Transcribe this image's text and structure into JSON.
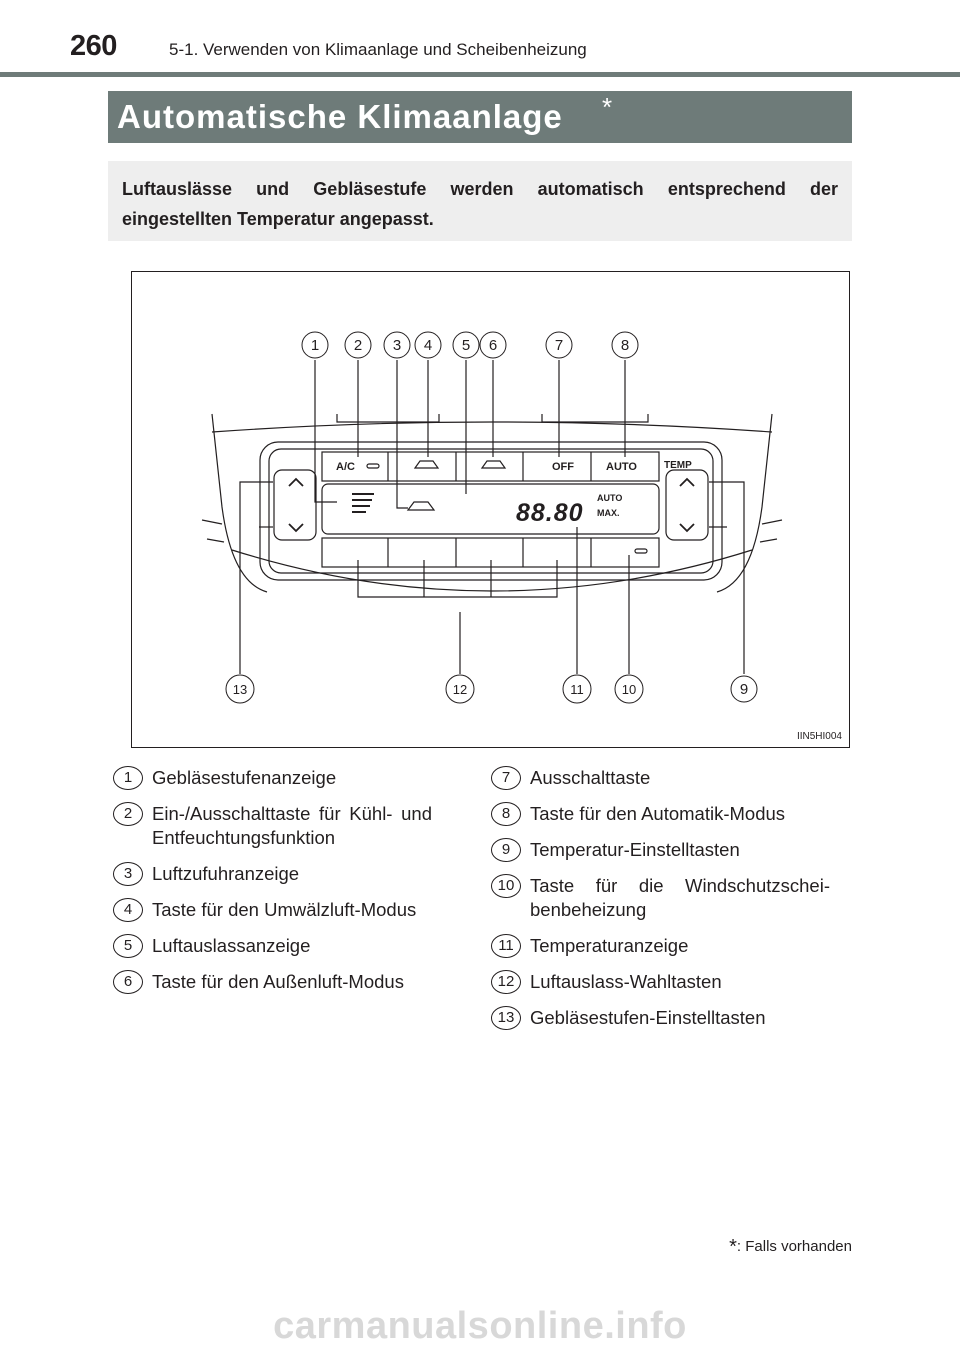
{
  "header": {
    "page_number": "260",
    "chapter": "5-1. Verwenden von Klimaanlage und Scheibenheizung"
  },
  "title": {
    "text": "Automatische Klimaanlage",
    "asterisk": "*"
  },
  "intro": "Luftauslässe und Gebläsestufe werden automatisch entsprechend der eingestellten Temperatur angepasst.",
  "figure": {
    "id": "IIN5HI004",
    "panel": {
      "ac_label": "A/C",
      "off_label": "OFF",
      "auto_label": "AUTO",
      "temp_label": "TEMP",
      "display_digits": "88.80",
      "display_auto": "AUTO",
      "display_max": "MAX."
    },
    "callouts": [
      "1",
      "2",
      "3",
      "4",
      "5",
      "6",
      "7",
      "8",
      "9",
      "10",
      "11",
      "12",
      "13"
    ]
  },
  "legend_left": [
    {
      "num": "1",
      "text": "Gebläsestufenanzeige"
    },
    {
      "num": "2",
      "text": "Ein-/Ausschalttaste für Kühl- und Entfeuchtungsfunktion"
    },
    {
      "num": "3",
      "text": "Luftzufuhranzeige"
    },
    {
      "num": "4",
      "text": "Taste für den Umwälzluft-Modus"
    },
    {
      "num": "5",
      "text": "Luftauslassanzeige"
    },
    {
      "num": "6",
      "text": "Taste für den Außenluft-Modus"
    }
  ],
  "legend_right": [
    {
      "num": "7",
      "text": "Ausschalttaste"
    },
    {
      "num": "8",
      "text": "Taste für den Automatik-Modus"
    },
    {
      "num": "9",
      "text": "Temperatur-Einstelltasten"
    },
    {
      "num": "10",
      "text": "Taste für die Windschutzschei-benbeheizung"
    },
    {
      "num": "11",
      "text": "Temperaturanzeige"
    },
    {
      "num": "12",
      "text": "Luftauslass-Wahltasten"
    },
    {
      "num": "13",
      "text": "Gebläsestufen-Einstelltasten"
    }
  ],
  "footnote": {
    "star": "*",
    "text": ": Falls vorhanden"
  },
  "watermark": "carmanualsonline.info"
}
